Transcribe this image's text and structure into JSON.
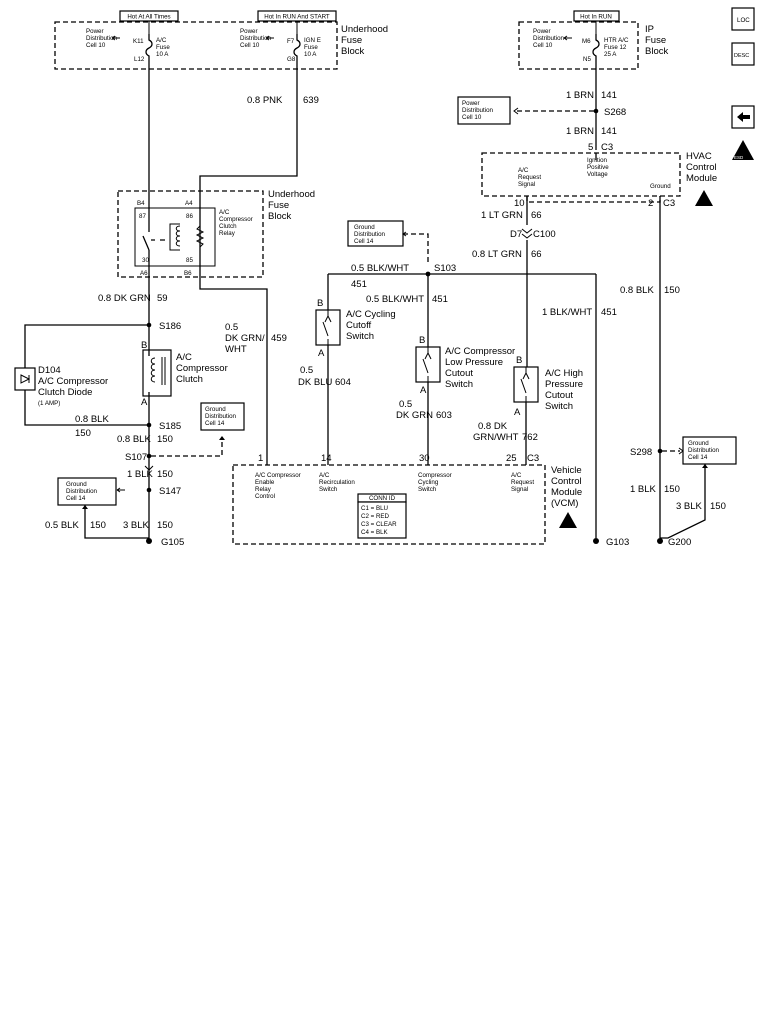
{
  "fuse_ul": {
    "hot_all": "Hot At All Times",
    "hot_run_start": "Hot In RUN And START",
    "pd1": "Power",
    "pd2": "Distribution",
    "pd3": "Cell 10",
    "k11": "K11",
    "l12": "L12",
    "acfuse1": "A/C",
    "acfuse2": "Fuse",
    "acfuse3": "10 A",
    "pd4": "Power",
    "pd5": "Distribution",
    "pd6": "Cell 10",
    "f7": "F7",
    "g8": "G8",
    "ign1": "IGN E",
    "ign2": "Fuse",
    "ign3": "10 A",
    "title1": "Underhood",
    "title2": "Fuse",
    "title3": "Block"
  },
  "wire_pnk": {
    "gauge": "0.8 PNK",
    "num": "639"
  },
  "relay": {
    "title1": "Underhood",
    "title2": "Fuse",
    "title3": "Block",
    "b4": "B4",
    "a4": "A4",
    "p87": "87",
    "p86": "86",
    "p30": "30",
    "p85": "85",
    "a6": "A6",
    "b6": "B6",
    "l1": "A/C",
    "l2": "Compressor",
    "l3": "Clutch",
    "l4": "Relay"
  },
  "left": {
    "wire59": "0.8 DK GRN",
    "n59": "59",
    "s186": "S186",
    "b": "B",
    "a": "A",
    "clutch1": "A/C",
    "clutch2": "Compressor",
    "clutch3": "Clutch",
    "d104": "D104",
    "diode1": "A/C Compressor",
    "diode2": "Clutch Diode",
    "diode3": "(1 AMP)",
    "blk08": "0.8 BLK",
    "n150a": "150",
    "s185": "S185",
    "blk08b": "0.8 BLK",
    "n150b": "150",
    "s107": "S107",
    "gd1": "Ground",
    "gd2": "Distribution",
    "gd3": "Cell 14",
    "blk1": "1 BLK",
    "n150c": "150",
    "s147": "S147",
    "gd4": "Ground",
    "gd5": "Distribution",
    "gd6": "Cell 14",
    "blk05": "0.5 BLK",
    "n150d": "150",
    "blk3": "3 BLK",
    "n150e": "150",
    "g105": "G105"
  },
  "wire459": {
    "l1": "0.5",
    "l2": "DK GRN/",
    "l3": "WHT",
    "num": "459"
  },
  "mid": {
    "gd1": "Ground",
    "gd2": "Distribution",
    "gd3": "Cell 14",
    "blkwht05": "0.5 BLK/WHT",
    "s103": "S103",
    "n451a": "451",
    "blkwht05b": "0.5 BLK/WHT",
    "n451b": "451",
    "cyc1": "A/C Cycling",
    "cyc2": "Cutoff",
    "cyc3": "Switch",
    "blu05": "0.5",
    "blu": "DK BLU",
    "n604": "604",
    "lp1": "A/C Compressor",
    "lp2": "Low Pressure",
    "lp3": "Cutout",
    "lp4": "Switch",
    "grn05": "0.5",
    "grn": "DK GRN",
    "n603": "603",
    "hp1": "A/C High",
    "hp2": "Pressure",
    "hp3": "Cutout",
    "hp4": "Switch",
    "grnwht08": "0.8 DK",
    "grnwht": "GRN/WHT",
    "n762": "762",
    "b": "B",
    "a": "A",
    "blkwht1": "1 BLK/WHT",
    "n451c": "451"
  },
  "vcm": {
    "p1": "1",
    "p14": "14",
    "p30": "30",
    "p25": "25",
    "c3": "C3",
    "l1a": "A/C Compressor",
    "l1b": "Enable",
    "l1c": "Relay",
    "l1d": "Control",
    "l2a": "A/C",
    "l2b": "Recirculation",
    "l2c": "Switch",
    "l3a": "Compressor",
    "l3b": "Cycling",
    "l3c": "Switch",
    "l4a": "A/C",
    "l4b": "Request",
    "l4c": "Signal",
    "conn": "CONN ID",
    "c1": "C1 = BLU",
    "c2": "C2 = RED",
    "c3b": "C3 = CLEAR",
    "c4": "C4 = BLK",
    "t1": "Vehicle",
    "t2": "Control",
    "t3": "Module",
    "t4": "(VCM)",
    "g103": "G103"
  },
  "ip": {
    "hot_run": "Hot In RUN",
    "pd1": "Power",
    "pd2": "Distribution",
    "pd3": "Cell 10",
    "m6": "M6",
    "n5": "N5",
    "htr1": "HTR A/C",
    "htr2": "Fuse 12",
    "htr3": "25 A",
    "t1": "IP",
    "t2": "Fuse",
    "t3": "Block",
    "brn1": "1 BRN",
    "n141a": "141",
    "s268": "S268",
    "pd4": "Power",
    "pd5": "Distribution",
    "pd6": "Cell 10",
    "brn2": "1 BRN",
    "n141b": "141",
    "p5": "5",
    "c3": "C3"
  },
  "hvac": {
    "p10": "10",
    "p2": "2",
    "c3": "C3",
    "req1": "A/C",
    "req2": "Request",
    "req3": "Signal",
    "ign1": "Ignition",
    "ign2": "Positive",
    "ign3": "Voltage",
    "gnd": "Ground",
    "t1": "HVAC",
    "t2": "Control",
    "t3": "Module",
    "ltgrn1": "1 LT GRN",
    "n66a": "66",
    "d7": "D7",
    "c100": "C100",
    "ltgrn08": "0.8 LT GRN",
    "n66b": "66",
    "blk08": "0.8 BLK",
    "n150": "150",
    "s298": "S298",
    "gd1": "Ground",
    "gd2": "Distribution",
    "gd3": "Cell 14",
    "blk1": "1 BLK",
    "n150b": "150",
    "blk3": "3 BLK",
    "n150c": "150",
    "g200": "G200"
  },
  "side_icons": {
    "loc": "LOC",
    "desc": "DESC",
    "esd": "ESD"
  }
}
